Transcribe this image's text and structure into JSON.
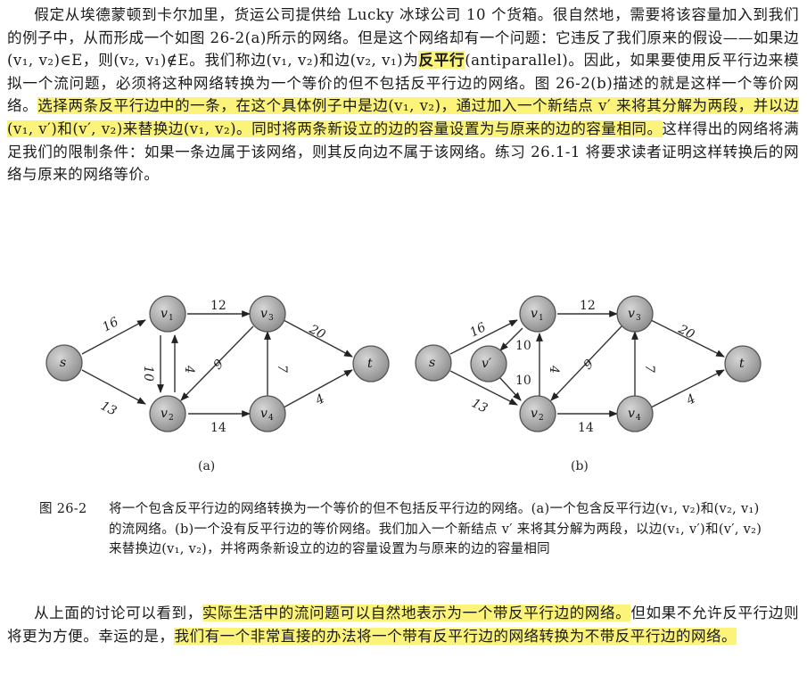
{
  "paragraph1": {
    "s1": "假定从埃德蒙顿到卡尔加里，货运公司提供给 Lucky 冰球公司 10 个货箱。很自然地，需要将该容量加入到我们的例子中，从而形成一个如图 26-2(a)所示的网络。但是这个网络却有一个问题：它违反了我们原来的假设——如果边(v₁, v₂)∈E，则(v₂, v₁)∉E。我们称边(v₁, v₂)和边(v₂, v₁)为",
    "term": "反平行",
    "s2": "(antiparallel)。因此，如果要使用反平行边来模拟一个流问题，必须将这种网络转换为一个等价的但不包括反平行边的网络。图 26-2(b)描述的就是这样一个等价网络。",
    "hl1": "选择两条反平行边中的一条，在这个具体例子中是边(v₁, v₂)，通过加入一个新结点 v′ 来将其分解为两段，并以边(v₁, v′)和(v′, v₂)来替换边(v₁, v₂)。同时将两条新设立的边的容量设置为与原来的边的容量相同。",
    "s3": "这样得出的网络将满足我们的限制条件：如果一条边属于该网络，则其反向边不属于该网络。练习 26.1-1 将要求读者证明这样转换后的网络与原来的网络等价。"
  },
  "figure": {
    "label_a": "(a)",
    "label_b": "(b)",
    "nodes": {
      "s": "s",
      "v1": "v",
      "v2": "v",
      "v3": "v",
      "v4": "v",
      "t": "t",
      "vp": "v′",
      "sub1": "1",
      "sub2": "2",
      "sub3": "3",
      "sub4": "4"
    },
    "edges_a": {
      "s_v1": "16",
      "s_v2": "13",
      "v1_v2": "10",
      "v2_v1": "4",
      "v1_v3": "12",
      "v3_v2": "9",
      "v2_v4": "14",
      "v4_v3": "7",
      "v3_t": "20",
      "v4_t": "4"
    },
    "edges_b": {
      "s_v1": "16",
      "s_v2": "13",
      "v1_vp": "10",
      "vp_v2": "10",
      "v2_v1": "4",
      "v1_v3": "12",
      "v3_v2": "9",
      "v2_v4": "14",
      "v4_v3": "7",
      "v3_t": "20",
      "v4_t": "4"
    }
  },
  "caption": {
    "label": "图 26-2",
    "text": "将一个包含反平行边的网络转换为一个等价的但不包括反平行边的网络。(a)一个包含反平行边(v₁, v₂)和(v₂, v₁)的流网络。(b)一个没有反平行边的等价网络。我们加入一个新结点 v′ 来将其分解为两段，以边(v₁, v′)和(v′, v₂)来替换边(v₁, v₂)，并将两条新设立的边的容量设置为与原来的边的容量相同"
  },
  "paragraph2": {
    "s1": "从上面的讨论可以看到，",
    "hl1": "实际生活中的流问题可以自然地表示为一个带反平行边的网络。",
    "s2": "但如果不允许反平行边则将更为方便。幸运的是，",
    "hl2": "我们有一个非常直接的办法将一个带有反平行边的网络转换为不带反平行边的网络。"
  }
}
